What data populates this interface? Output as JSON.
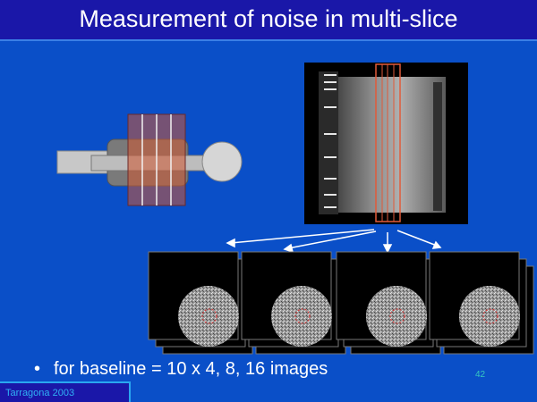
{
  "slide": {
    "title": "Measurement of noise in multi-slice",
    "bullet_symbol": "•",
    "bullet_text": "for baseline = 10  x 4, 8, 16 images",
    "page_number": "42",
    "footer": "Tarragona 2003"
  },
  "colors": {
    "background": "#0a4fc8",
    "title_bar": "#1a17a8",
    "slice_marker": "#e05a3a",
    "page_number": "#36c8c0",
    "footer_text": "#2fb2f5"
  }
}
